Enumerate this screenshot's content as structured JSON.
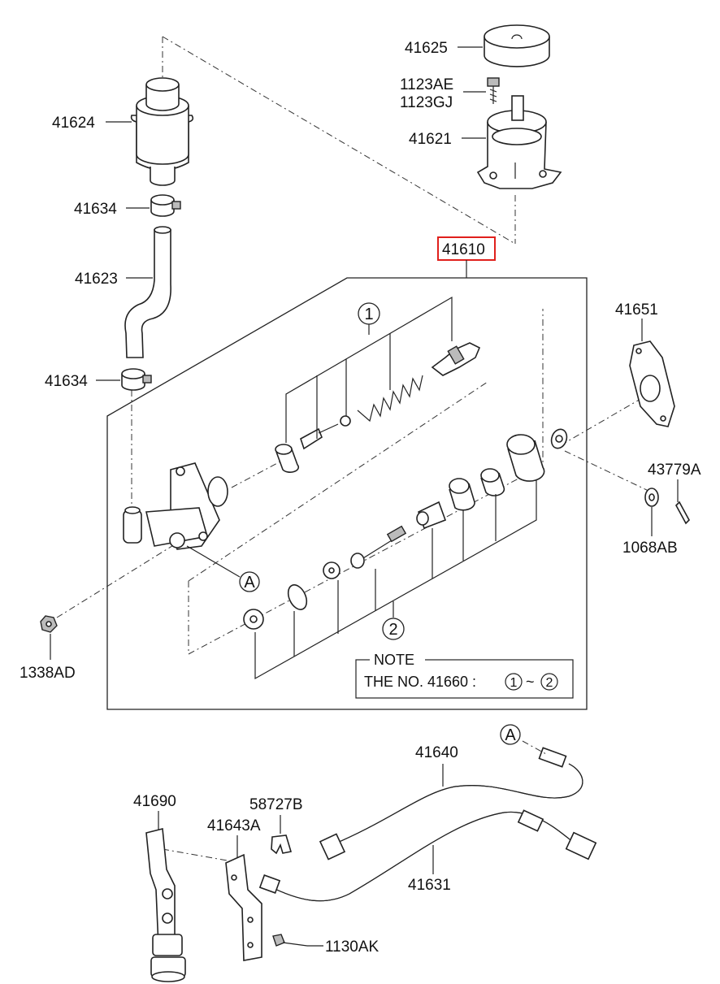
{
  "parts": {
    "p41625": "41625",
    "p1123AE": "1123AE",
    "p1123GJ": "1123GJ",
    "p41621": "41621",
    "p41624": "41624",
    "p41634a": "41634",
    "p41623": "41623",
    "p41634b": "41634",
    "p41610": "41610",
    "p41651": "41651",
    "p43779A": "43779A",
    "p1068AB": "1068AB",
    "p1338AD": "1338AD",
    "p41640": "41640",
    "p41690": "41690",
    "p58727B": "58727B",
    "p41643A": "41643A",
    "p41631": "41631",
    "p1130AK": "1130AK"
  },
  "markers": {
    "circle1": "1",
    "circle2": "2",
    "refA1": "A",
    "refA2": "A"
  },
  "note": {
    "title": "NOTE",
    "text": "THE NO. 41660 :",
    "range_start": "1",
    "range_sep": "~",
    "range_end": "2"
  },
  "colors": {
    "highlight_box": "#e0201c",
    "line": "#222222"
  }
}
